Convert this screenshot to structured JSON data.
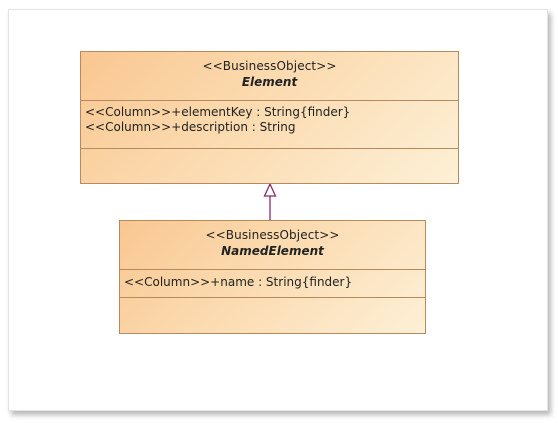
{
  "classes": [
    {
      "stereotype": "<<BusinessObject>>",
      "name": "Element",
      "attributes": [
        "<<Column>>+elementKey : String{finder}",
        "<<Column>>+description : String"
      ]
    },
    {
      "stereotype": "<<BusinessObject>>",
      "name": "NamedElement",
      "attributes": [
        "<<Column>>+name : String{finder}"
      ]
    }
  ],
  "relationships": [
    {
      "type": "generalization",
      "from": "NamedElement",
      "to": "Element"
    }
  ],
  "colors": {
    "box_border": "#b58a5f",
    "box_fill_dark": "#f9c791",
    "box_fill_light": "#fdf0d6",
    "connector": "#8a2a6a"
  }
}
